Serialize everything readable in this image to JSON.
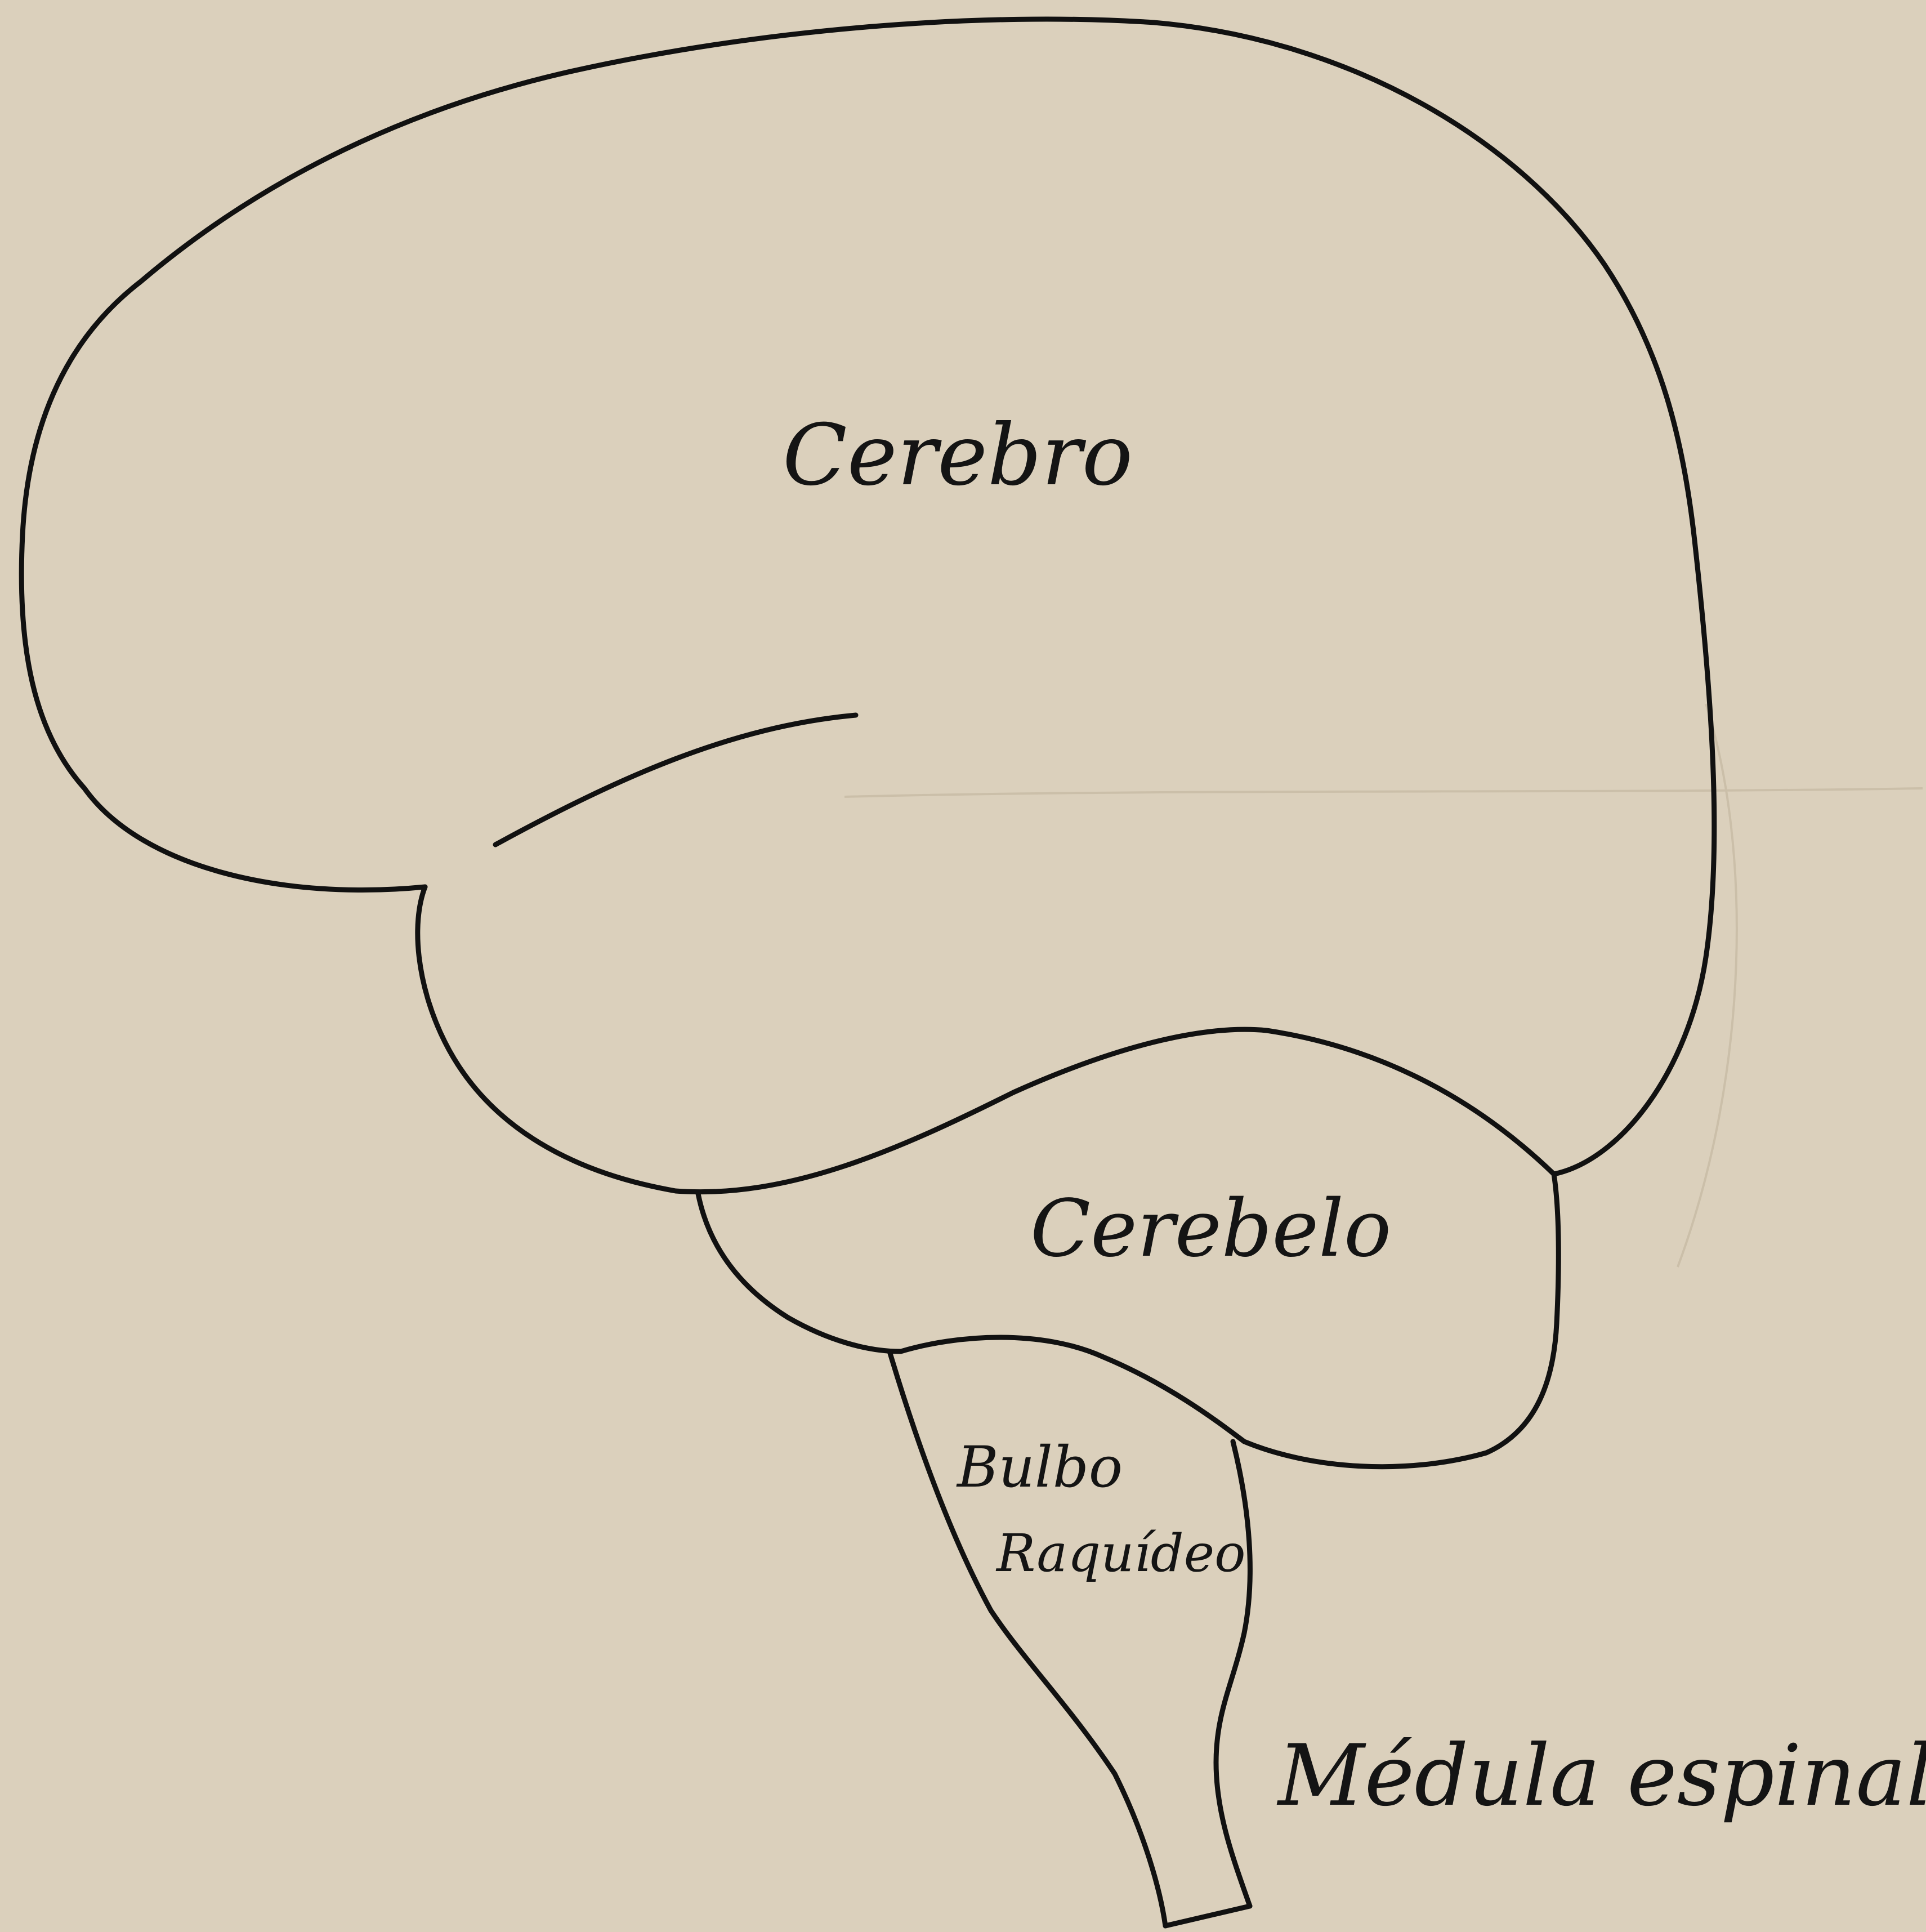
{
  "diagram": {
    "labels": {
      "cerebro": "Cerebro",
      "cerebelo": "Cerebelo",
      "bulbo_line1": "Bulbo",
      "bulbo_line2": "Raquídeo",
      "medula": "Médula espinal"
    }
  },
  "colors": {
    "paper": "#dbd0bc",
    "ink": "#111111"
  }
}
